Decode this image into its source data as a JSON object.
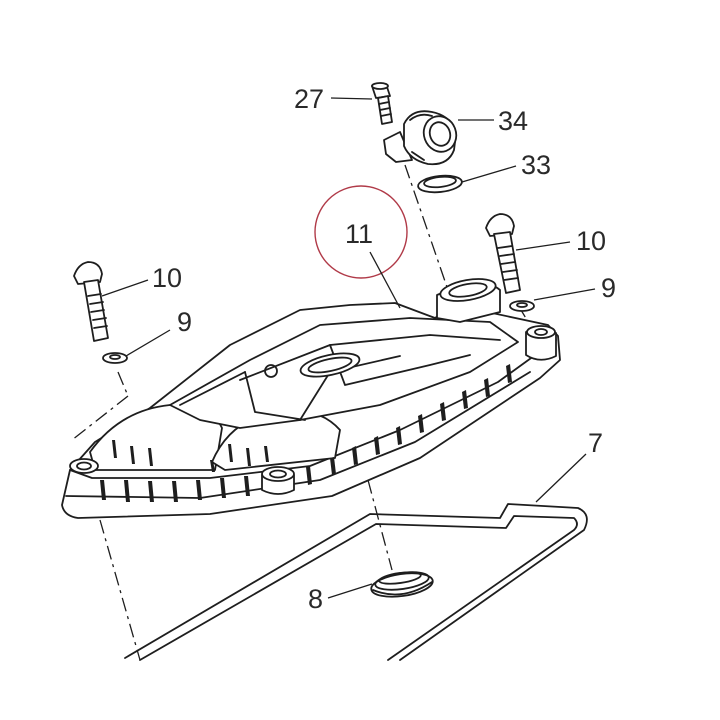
{
  "callouts": [
    {
      "id": "c27",
      "text": "27"
    },
    {
      "id": "c34",
      "text": "34"
    },
    {
      "id": "c33",
      "text": "33"
    },
    {
      "id": "c11",
      "text": "11"
    },
    {
      "id": "c10r",
      "text": "10"
    },
    {
      "id": "c9r",
      "text": "9"
    },
    {
      "id": "c10l",
      "text": "10"
    },
    {
      "id": "c9l",
      "text": "9"
    },
    {
      "id": "c7",
      "text": "7"
    },
    {
      "id": "c8",
      "text": "8"
    }
  ],
  "colors": {
    "line": "#1e1e1e",
    "highlight_circle": "#b03a48",
    "background": "#ffffff"
  }
}
